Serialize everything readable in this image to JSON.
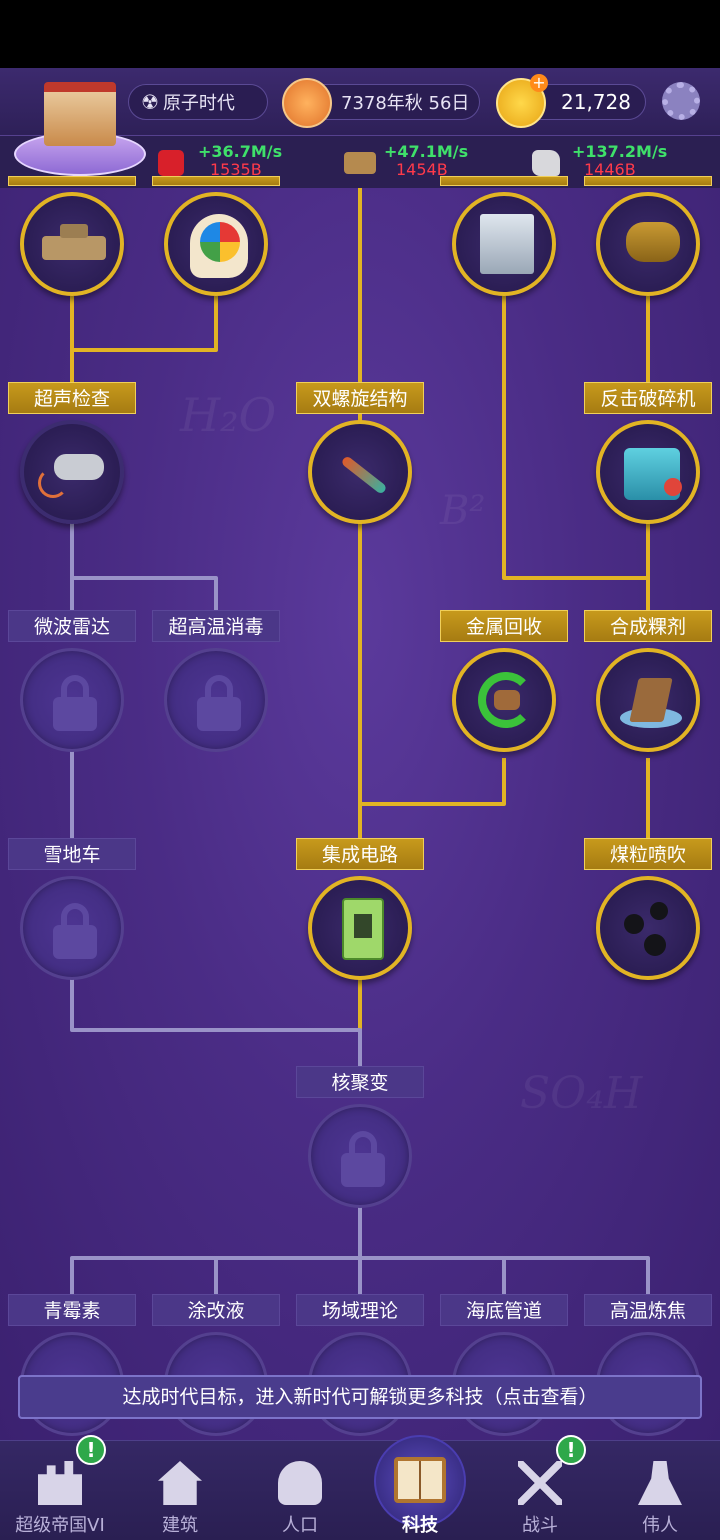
{
  "header": {
    "era_label": "原子时代",
    "date_label": "7378年秋 56日",
    "coins": "21,728"
  },
  "resources": [
    {
      "icon": "red-resource-icon",
      "rate": "+36.7M/s",
      "amount": "1535B"
    },
    {
      "icon": "wood-resource-icon",
      "rate": "+47.1M/s",
      "amount": "1454B"
    },
    {
      "icon": "stone-resource-icon",
      "rate": "+137.2M/s",
      "amount": "1446B"
    }
  ],
  "nodes": {
    "armored_car": {
      "label": "",
      "state": "unlocked",
      "icon": "armored-car-icon"
    },
    "psychology": {
      "label": "",
      "state": "unlocked",
      "icon": "brain-color-wheel-icon"
    },
    "building": {
      "label": "",
      "state": "unlocked",
      "icon": "apartment-building-icon"
    },
    "reactor": {
      "label": "",
      "state": "unlocked",
      "icon": "reactor-machine-icon"
    },
    "ultrasound": {
      "label": "超声检查",
      "state": "unlocked",
      "icon": "ultrasound-scanner-icon"
    },
    "double_helix": {
      "label": "双螺旋结构",
      "state": "unlocked",
      "icon": "dna-icon"
    },
    "crusher": {
      "label": "反击破碎机",
      "state": "unlocked",
      "icon": "crusher-machine-icon"
    },
    "microwave_radar": {
      "label": "微波雷达",
      "state": "locked",
      "icon": "lock-icon"
    },
    "sterilize": {
      "label": "超高温消毒",
      "state": "locked",
      "icon": "lock-icon"
    },
    "metal_recycle": {
      "label": "金属回收",
      "state": "unlocked",
      "icon": "recycle-icon"
    },
    "binder": {
      "label": "合成粿剂",
      "state": "unlocked",
      "icon": "binder-block-icon"
    },
    "snowmobile": {
      "label": "雪地车",
      "state": "locked",
      "icon": "lock-icon"
    },
    "circuit": {
      "label": "集成电路",
      "state": "unlocked",
      "icon": "circuit-board-icon"
    },
    "coal_spray": {
      "label": "煤粒喷吹",
      "state": "unlocked",
      "icon": "coal-spray-icon"
    },
    "fusion": {
      "label": "核聚变",
      "state": "locked",
      "icon": "lock-icon"
    },
    "penicillin": {
      "label": "青霉素",
      "state": "locked",
      "icon": "lock-icon"
    },
    "paint": {
      "label": "涂改液",
      "state": "locked",
      "icon": "lock-icon"
    },
    "field_theory": {
      "label": "场域理论",
      "state": "locked",
      "icon": "lock-icon"
    },
    "seabed_pipe": {
      "label": "海底管道",
      "state": "locked",
      "icon": "lock-icon"
    },
    "coking": {
      "label": "高温炼焦",
      "state": "locked",
      "icon": "lock-icon"
    }
  },
  "notice": "达成时代目标，进入新时代可解锁更多科技（点击查看）",
  "tabs": [
    {
      "label": "超级帝国VI",
      "icon": "castle-icon",
      "badge": "!"
    },
    {
      "label": "建筑",
      "icon": "house-icon"
    },
    {
      "label": "人口",
      "icon": "person-icon"
    },
    {
      "label": "科技",
      "icon": "open-book-icon",
      "active": true
    },
    {
      "label": "战斗",
      "icon": "crossed-swords-icon",
      "badge": "!"
    },
    {
      "label": "伟人",
      "icon": "statue-icon"
    }
  ],
  "colors": {
    "gold": "#e2b424",
    "line_active": "#e2b424",
    "line_locked": "#9a93c8",
    "bg": "#4a2c85"
  }
}
